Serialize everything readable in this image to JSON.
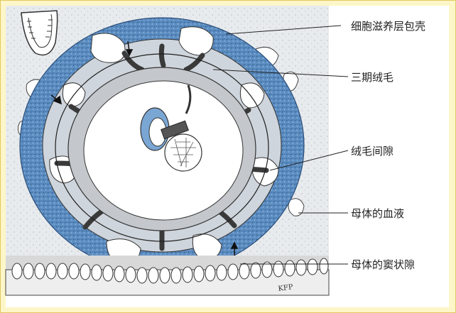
{
  "labels": {
    "cytotrophoblastic_shell": "细胞滋养层包壳",
    "tertiary_villi": "三期绒毛",
    "intervillous_space": "绒毛间隙",
    "maternal_blood": "母体的血液",
    "maternal_sinusoid": "母体的窦状隙"
  },
  "signature": "KFP",
  "colors": {
    "frame": "#fdf6c8",
    "shell_blue": "#5f8fc0",
    "villi_dark": "#5a5a5a",
    "chorionic_gray": "#c8c8c8",
    "tissue": "#e8ebee"
  }
}
